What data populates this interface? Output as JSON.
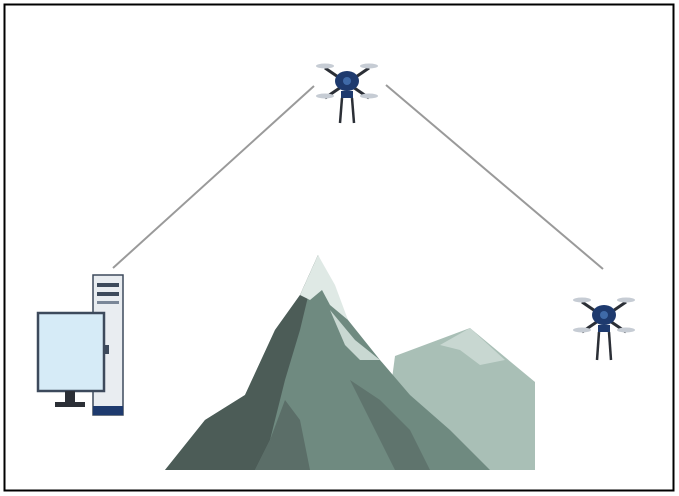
{
  "diagram": {
    "nodes": [
      {
        "id": "relay-drone",
        "kind": "drone",
        "icon": "drone-icon"
      },
      {
        "id": "target-drone",
        "kind": "drone",
        "icon": "drone-icon"
      },
      {
        "id": "ground-station",
        "kind": "computer",
        "icon": "desktop-computer-icon"
      }
    ],
    "links": [
      {
        "from": "ground-station",
        "to": "relay-drone"
      },
      {
        "from": "relay-drone",
        "to": "target-drone"
      }
    ],
    "obstacle": {
      "kind": "mountain",
      "icon": "mountain-icon"
    }
  },
  "colors": {
    "frame": "#000000",
    "link": "#9a9a9a",
    "drone_body": "#1e3a6e",
    "drone_arm": "#2b2f36",
    "monitor_screen": "#d6ebf7",
    "monitor_frame": "#3d4a5c",
    "tower": "#e9edf1",
    "mountain_front": "#6f8a80",
    "mountain_dark": "#4c5c57",
    "mountain_back": "#a9bfb6",
    "snow": "#dfe9e5"
  }
}
